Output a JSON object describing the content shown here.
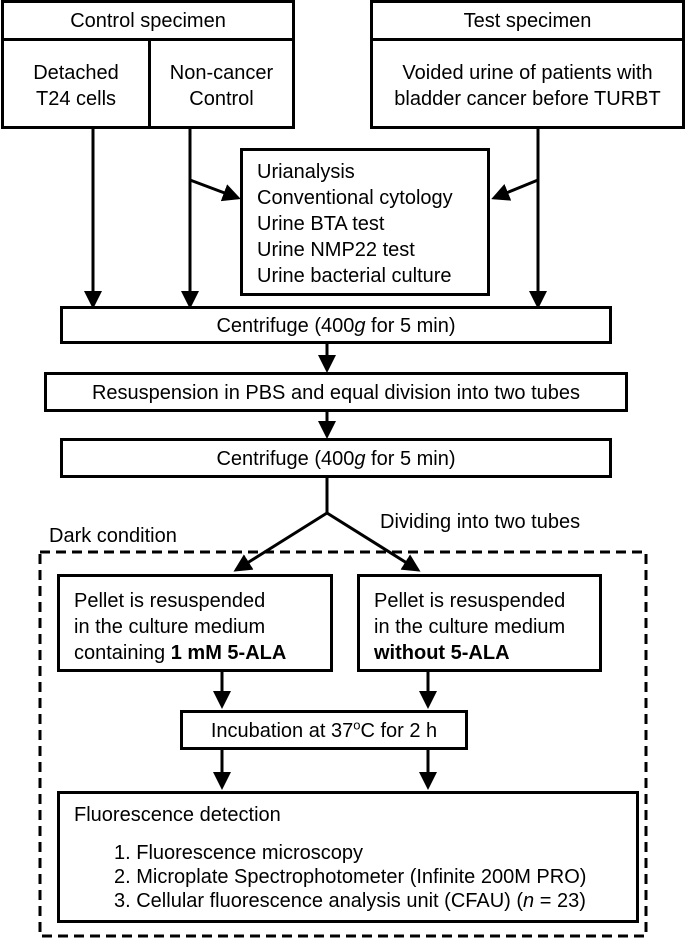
{
  "control": {
    "header": "Control specimen",
    "left_cell": [
      "Detached",
      "T24 cells"
    ],
    "right_cell": [
      "Non-cancer",
      "Control"
    ]
  },
  "test": {
    "header": "Test specimen",
    "cell": [
      "Voided urine of patients with",
      "bladder cancer before TURBT"
    ]
  },
  "tests_box": {
    "items": [
      "Urianalysis",
      "Conventional cytology",
      "Urine BTA test",
      "Urine NMP22 test",
      "Urine bacterial culture"
    ]
  },
  "centrifuge1": {
    "prefix": "Centrifuge (400",
    "unit": "g",
    "suffix": " for 5 min)"
  },
  "resuspension": "Resuspension in PBS and equal division into two tubes",
  "centrifuge2": {
    "prefix": "Centrifuge (400",
    "unit": "g",
    "suffix": " for 5 min)"
  },
  "dividing_label": "Dividing into two tubes",
  "dark_label": "Dark condition",
  "left_pellet": {
    "line1": "Pellet is resuspended",
    "line2": "in the culture medium",
    "line3_prefix": "containing ",
    "line3_bold": "1 mM 5-ALA"
  },
  "right_pellet": {
    "line1": "Pellet is resuspended",
    "line2": "in the culture medium",
    "line3_bold": "without 5-ALA"
  },
  "incubation": {
    "prefix": "Incubation at 37",
    "sup": "o",
    "suffix": "C for 2 h"
  },
  "fluorescence": {
    "title": "Fluorescence detection",
    "item1": "1. Fluorescence microscopy",
    "item2": "2. Microplate Spectrophotometer (Infinite 200M PRO)",
    "item3_prefix": "3. Cellular fluorescence analysis unit (CFAU) (",
    "item3_n": "n",
    "item3_suffix": " = 23)"
  }
}
